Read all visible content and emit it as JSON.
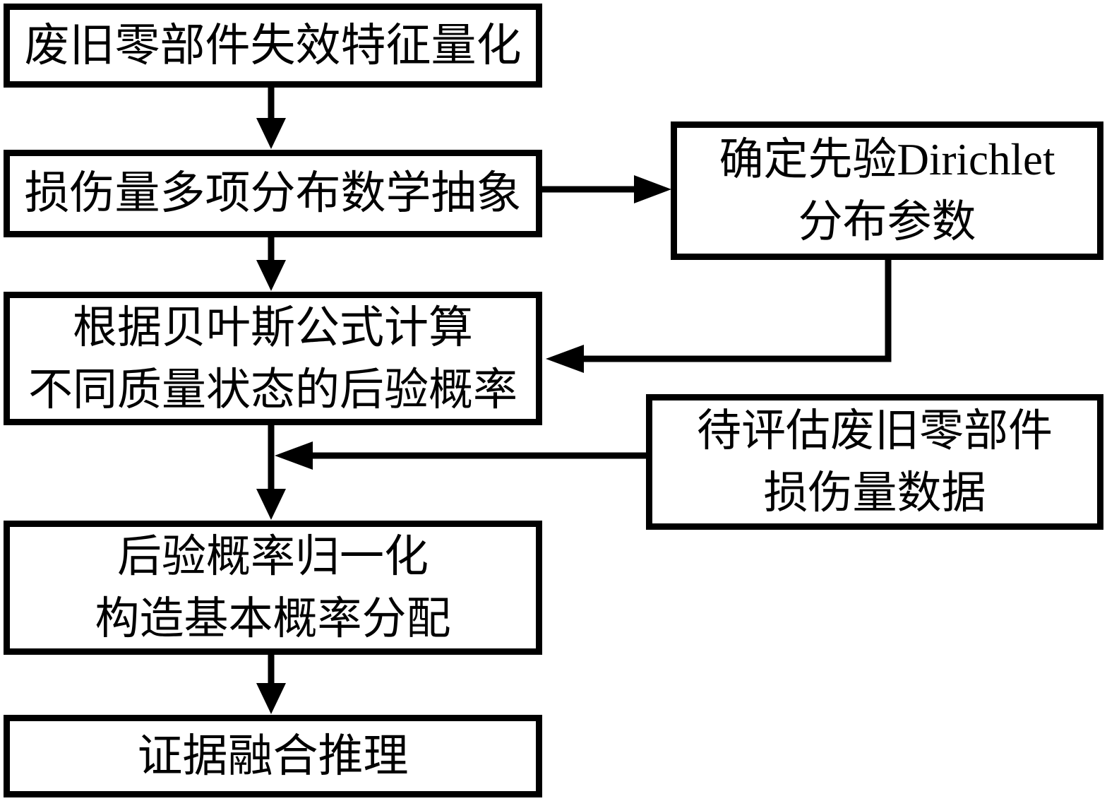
{
  "diagram": {
    "title_implicit": "",
    "colors": {
      "background": "#ffffff",
      "line": "#000000",
      "text": "#000000"
    },
    "boxes": {
      "quantify": {
        "lines": [
          "废旧零部件失效特征量化"
        ]
      },
      "multinomial": {
        "lines": [
          "损伤量多项分布数学抽象"
        ]
      },
      "dirichlet": {
        "lines": [
          "确定先验Dirichlet",
          "分布参数"
        ]
      },
      "bayes": {
        "lines": [
          "根据贝叶斯公式计算",
          "不同质量状态的后验概率"
        ]
      },
      "damage_data": {
        "lines": [
          "待评估废旧零部件",
          "损伤量数据"
        ]
      },
      "normalize": {
        "lines": [
          "后验概率归一化",
          "构造基本概率分配"
        ]
      },
      "fusion": {
        "lines": [
          "证据融合推理"
        ]
      }
    },
    "edges": [
      {
        "from": "quantify",
        "to": "multinomial"
      },
      {
        "from": "multinomial",
        "to": "dirichlet"
      },
      {
        "from": "multinomial",
        "to": "bayes"
      },
      {
        "from": "dirichlet",
        "to": "bayes"
      },
      {
        "from": "damage_data",
        "to": "normalize"
      },
      {
        "from": "bayes",
        "to": "normalize"
      },
      {
        "from": "normalize",
        "to": "fusion"
      }
    ]
  }
}
